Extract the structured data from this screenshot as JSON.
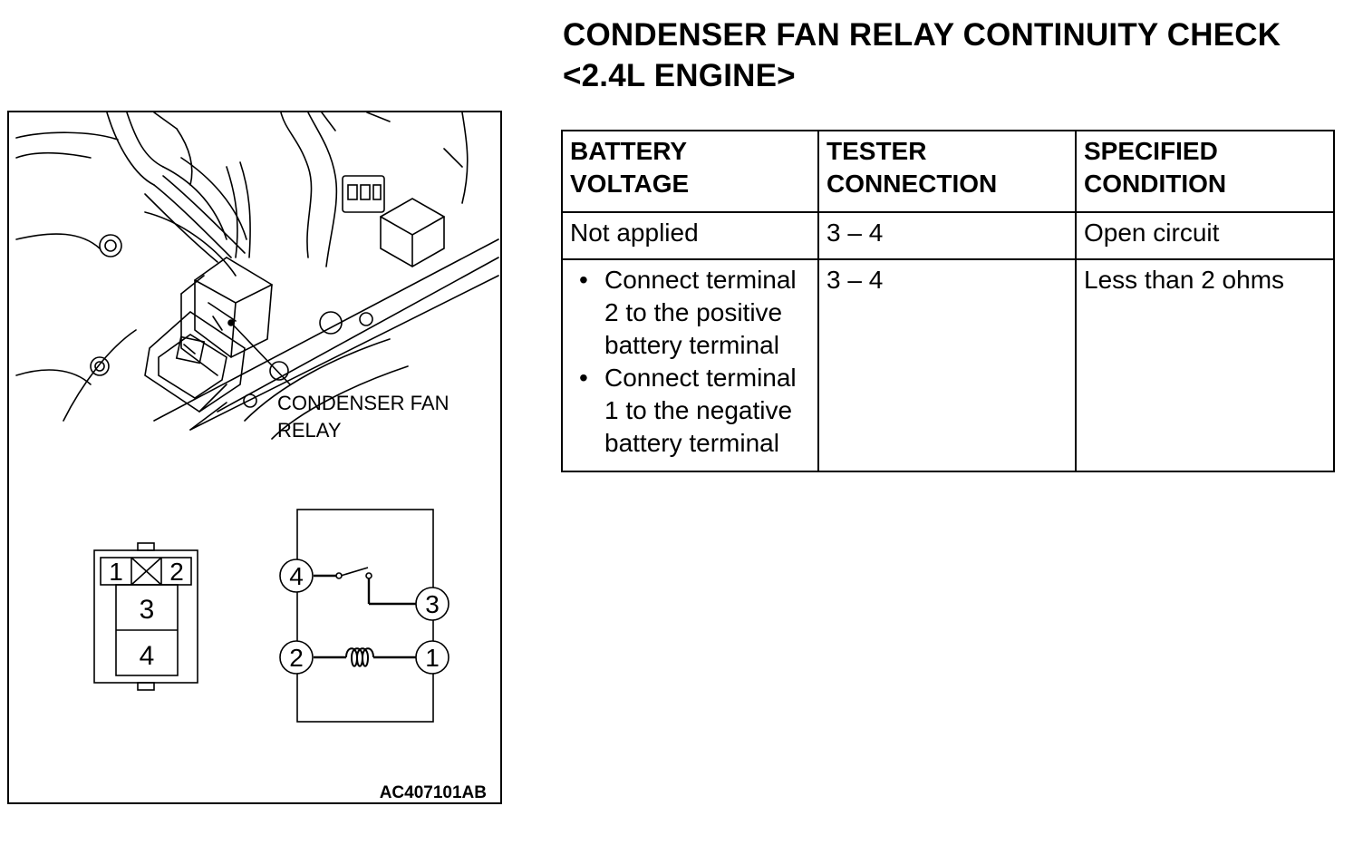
{
  "page": {
    "title_line1": "CONDENSER FAN RELAY CONTINUITY CHECK",
    "title_line2": "<2.4L ENGINE>"
  },
  "figure": {
    "callout_line1": "CONDENSER FAN",
    "callout_line2": "RELAY",
    "connector_terminals": [
      "1",
      "2",
      "3",
      "4"
    ],
    "schematic_terminals": [
      "4",
      "3",
      "2",
      "1"
    ],
    "figure_code": "AC407101AB"
  },
  "table": {
    "headers": [
      {
        "line1": "BATTERY",
        "line2": "VOLTAGE"
      },
      {
        "line1": "TESTER",
        "line2": "CONNECTION"
      },
      {
        "line1": "SPECIFIED",
        "line2": "CONDITION"
      }
    ],
    "rows": [
      {
        "battery_voltage": [
          "Not applied"
        ],
        "tester_connection": "3 – 4",
        "specified_condition": "Open circuit"
      },
      {
        "battery_voltage": [
          "Connect terminal 2 to the positive battery terminal",
          "Connect terminal 1 to the negative battery terminal"
        ],
        "tester_connection": "3 – 4",
        "specified_condition": "Less than 2 ohms"
      }
    ]
  }
}
